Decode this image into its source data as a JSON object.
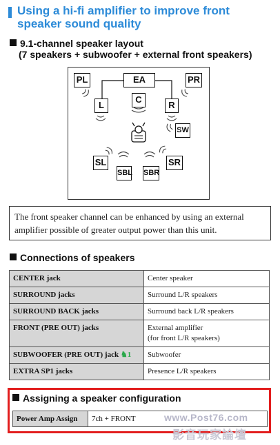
{
  "title": "Using a hi-fi amplifier to improve front speaker sound quality",
  "section1": {
    "heading_line1": "9.1-channel speaker layout",
    "heading_line2": "(7 speakers + subwoofer + external front speakers)",
    "speakers": [
      "PL",
      "EA",
      "PR",
      "L",
      "C",
      "R",
      "SW",
      "SL",
      "SR",
      "SBL",
      "SBR"
    ],
    "note": "The front speaker channel can be enhanced by using an external amplifier possible of greater output power than this unit."
  },
  "section2": {
    "heading": "Connections of speakers",
    "rows": [
      {
        "jack": "CENTER jack",
        "connects": "Center speaker"
      },
      {
        "jack": "SURROUND jacks",
        "connects": "Surround L/R speakers"
      },
      {
        "jack": "SURROUND BACK jacks",
        "connects": "Surround back L/R speakers"
      },
      {
        "jack": "FRONT (PRE OUT) jacks",
        "connects": "External amplifier",
        "connects2": "(for front L/R speakers)"
      },
      {
        "jack": "SUBWOOFER (PRE OUT) jack",
        "jack_suffix": "1",
        "connects": "Subwoofer"
      },
      {
        "jack": "EXTRA SP1 jacks",
        "connects": "Presence L/R speakers"
      }
    ]
  },
  "section3": {
    "heading": "Assigning a speaker configuration",
    "setting_label": "Power Amp Assign",
    "setting_value": "7ch + FRONT"
  },
  "watermark": {
    "line1": "www.Post76.com",
    "line2": "影音玩家論壇"
  },
  "colors": {
    "title": "#2d8bd8",
    "highlight_border": "#e21e1e",
    "table_key_bg": "#d6d6d6"
  }
}
